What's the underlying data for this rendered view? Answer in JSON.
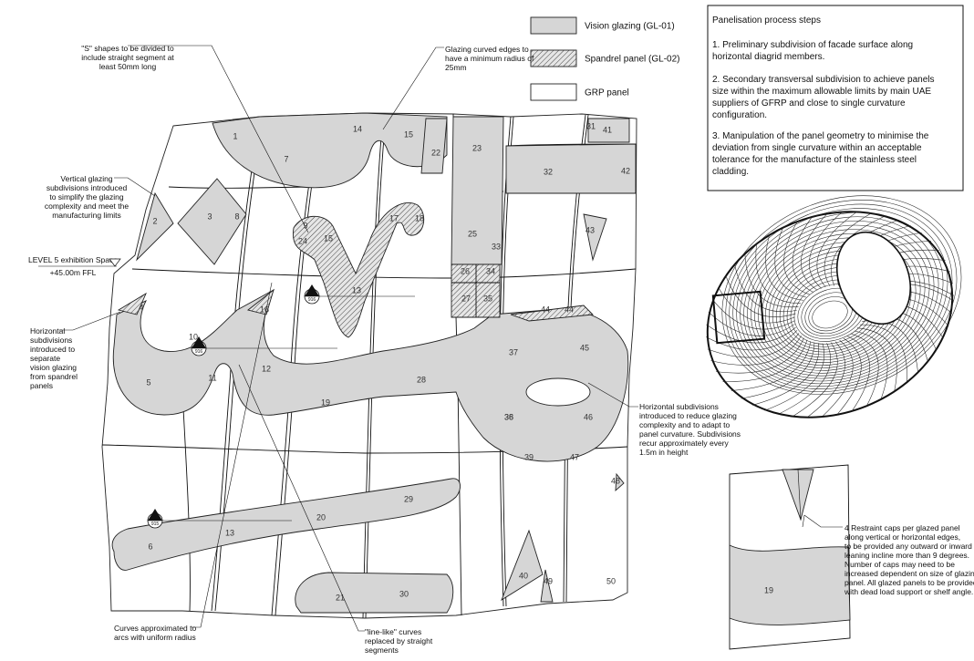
{
  "legend": {
    "vision_glazing": "Vision glazing (GL-01)",
    "spandrel_panel": "Spandrel panel (GL-02)",
    "grp_panel": "GRP panel"
  },
  "process": {
    "title": "Panelisation process steps",
    "step1": [
      "1. Preliminary subdivision of facade surface along",
      "horizontal diagrid members."
    ],
    "step2": [
      "2. Secondary transversal subdivision to achieve panels",
      "size within the maximum allowable limits by main UAE",
      "suppliers of GFRP and close to single curvature",
      "configuration."
    ],
    "step3": [
      "3. Manipulation of the panel geometry to minimise the",
      "deviation from single curvature within an acceptable",
      "tolerance for the manufacture of the stainless steel",
      "cladding."
    ]
  },
  "annotations": {
    "s_shapes": [
      "\"S\" shapes to be divided to",
      "include straight segment at",
      "least 50mm long"
    ],
    "glazing_edges": [
      "Glazing curved edges to",
      "have a minimum radius of",
      "25mm"
    ],
    "vertical_glazing": [
      "Vertical glazing",
      "subdivisions introduced",
      "to simplify the glazing",
      "complexity and meet the",
      "manufacturing limits"
    ],
    "level": [
      "LEVEL 5 exhibition Space",
      "+45.00m FFL"
    ],
    "horizontal_left": [
      "Horizontal",
      "subdivisions",
      "introduced to",
      "separate",
      "vision glazing",
      "from spandrel",
      "panels"
    ],
    "horizontal_right": [
      "Horizontal subdivisions",
      "introduced to reduce glazing",
      "complexity and to adapt to",
      "panel curvature. Subdivisions",
      "recur approximately every",
      "1.5m in height"
    ],
    "curves_arcs": [
      "Curves approximated to",
      "arcs with uniform radius"
    ],
    "line_like": [
      "\"line-like\" curves",
      "replaced by straight",
      "segments"
    ],
    "restraint": [
      "4 Restraint caps per glazed panel",
      "along vertical or horizontal edges,",
      "to be provided any outward or inward",
      "leaning incline more than 9 degrees.",
      "Number of caps may need to be",
      "increased dependent on size of glazing",
      "panel. All glazed panels to be provided",
      "with dead load support or shelf angle."
    ]
  },
  "section_marks": [
    {
      "num": "2",
      "ref": "916"
    },
    {
      "num": "1",
      "ref": "916"
    },
    {
      "num": "1",
      "ref": "915"
    }
  ],
  "panel_numbers": [
    "1",
    "2",
    "3",
    "4",
    "5",
    "6",
    "7",
    "8",
    "9",
    "10",
    "11",
    "12",
    "13",
    "14",
    "15",
    "16",
    "17",
    "18",
    "19",
    "20",
    "21",
    "22",
    "23",
    "24",
    "25",
    "26",
    "27",
    "28",
    "29",
    "30",
    "31",
    "32",
    "33",
    "34",
    "35",
    "36",
    "37",
    "38",
    "39",
    "40",
    "41",
    "42",
    "43",
    "44",
    "45",
    "46",
    "47",
    "48",
    "49",
    "50",
    "13",
    "15",
    "19",
    "16"
  ]
}
